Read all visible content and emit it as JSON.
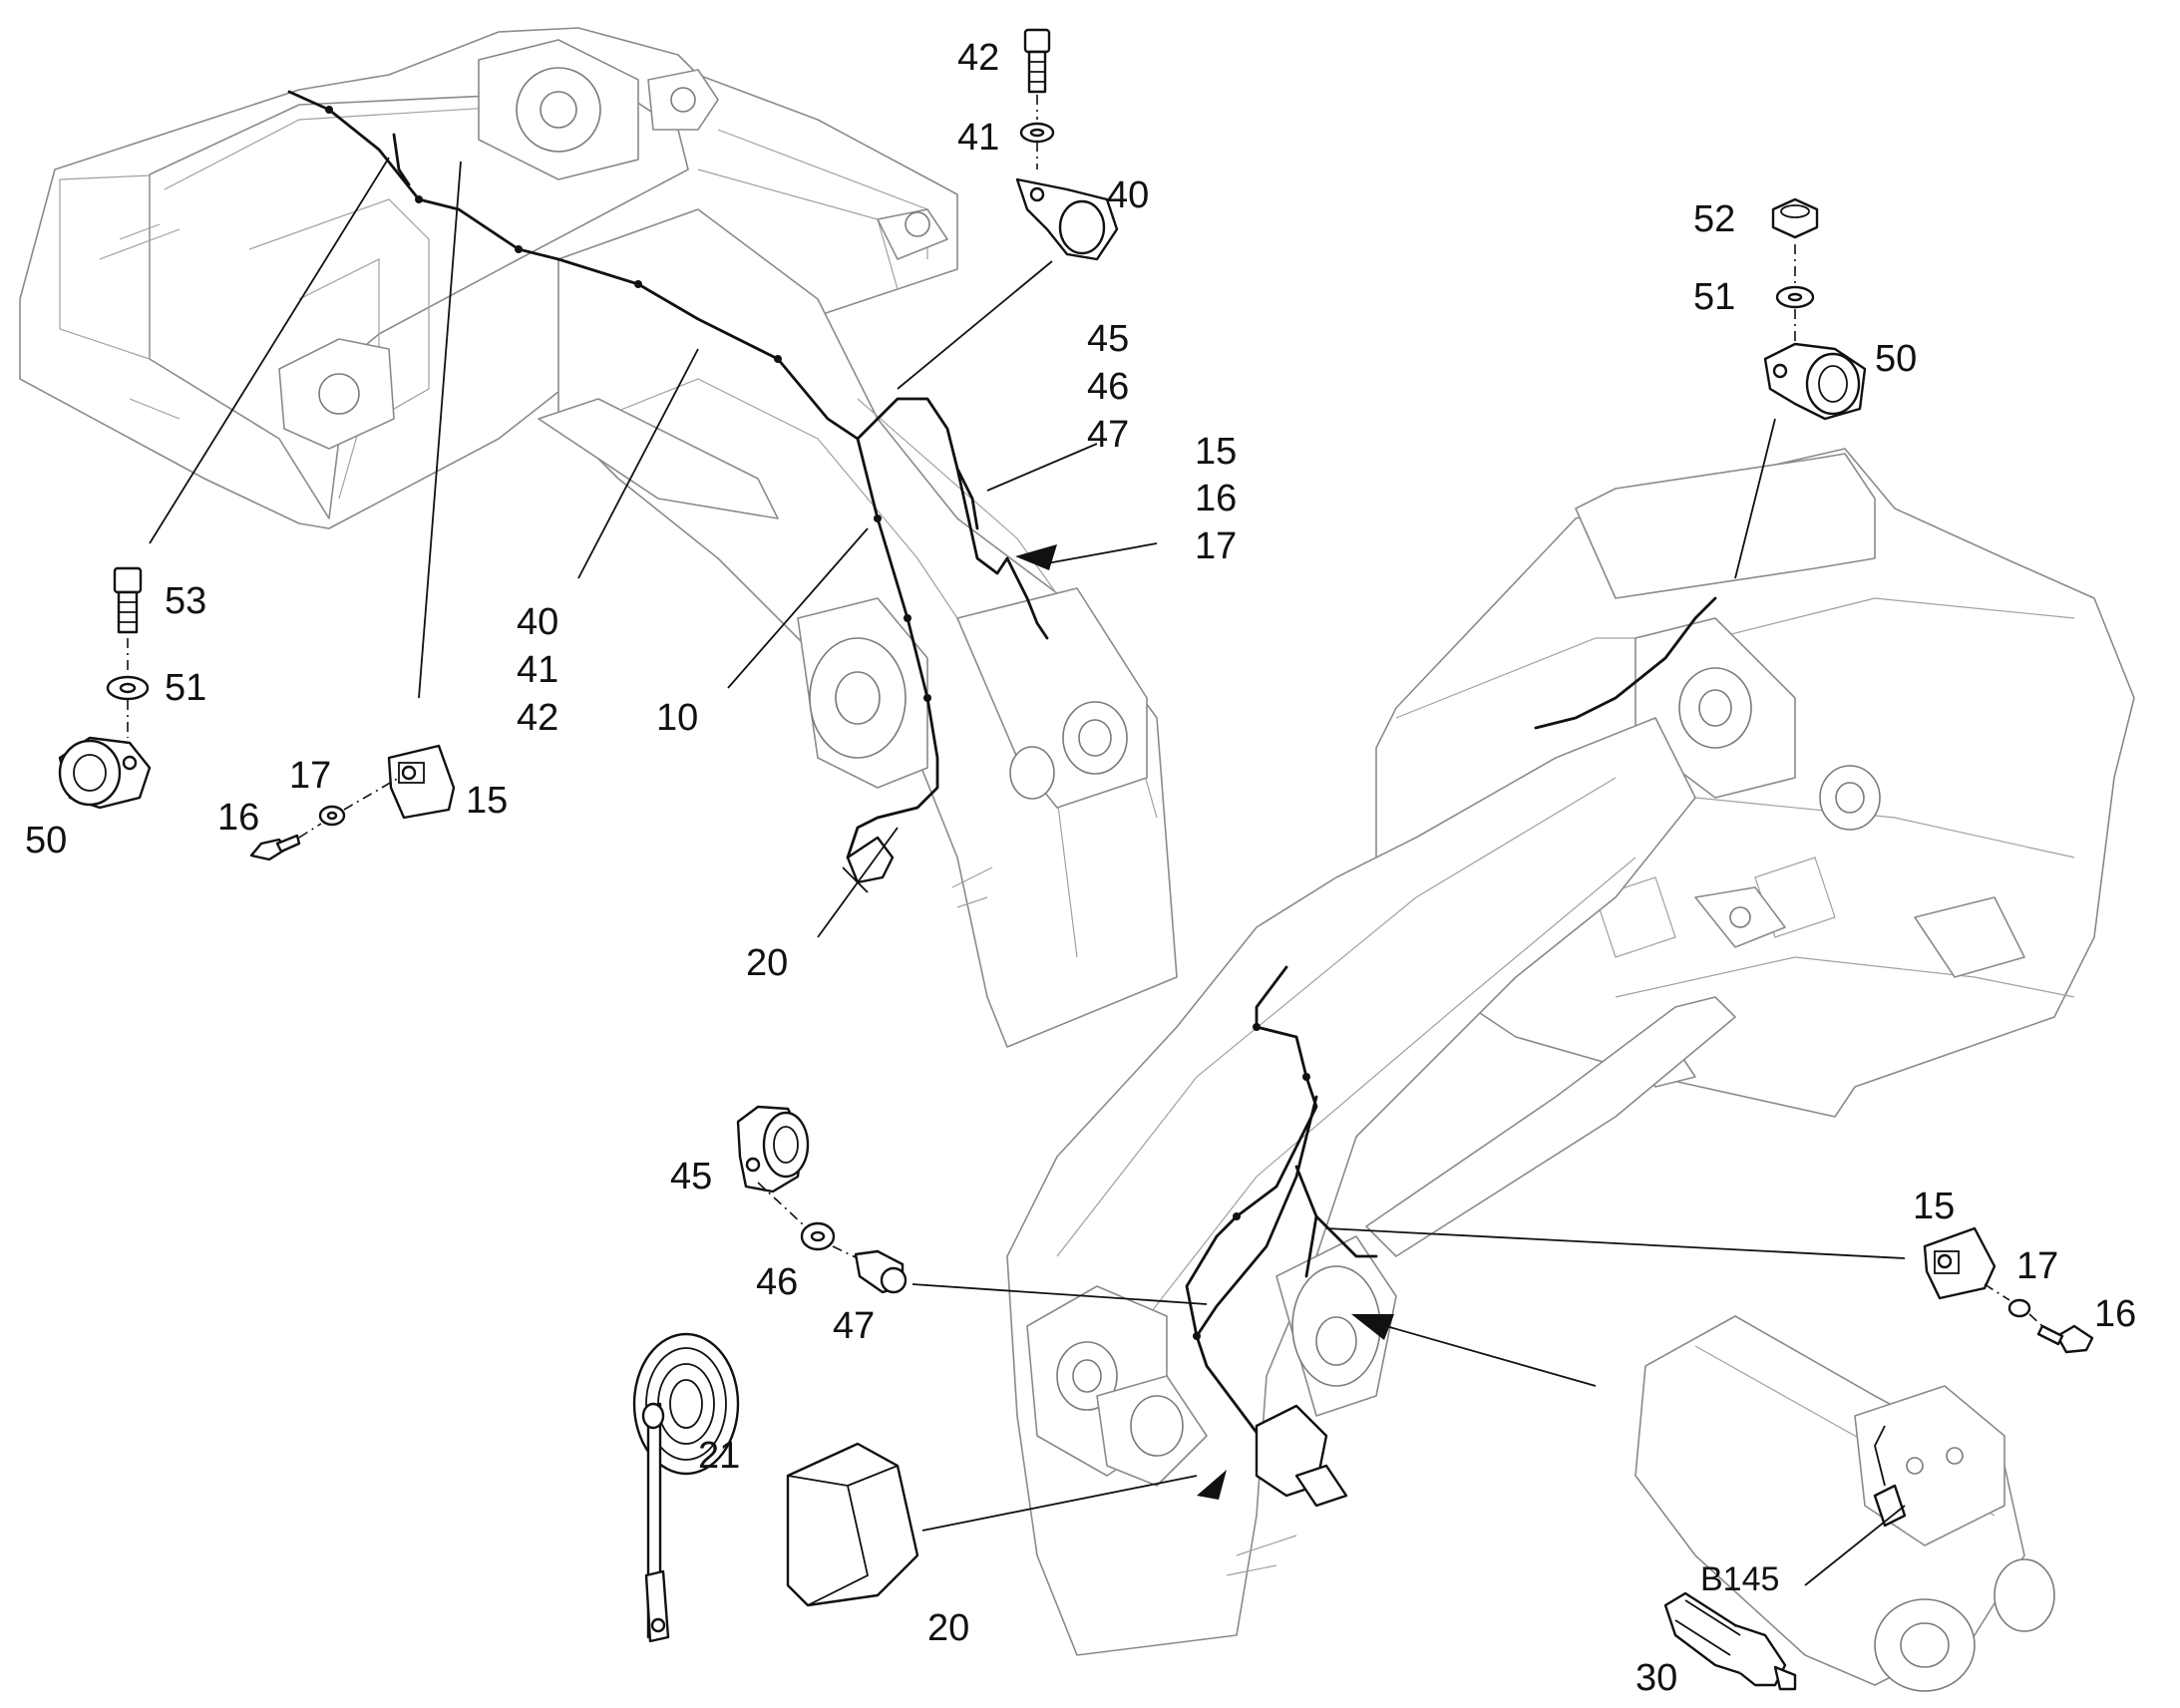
{
  "callouts": {
    "c42_top": "42",
    "c41_top": "41",
    "c40_top": "40",
    "c45_top": "45",
    "c46_top": "46",
    "c47_top": "47",
    "c15_top": "15",
    "c16_top": "16",
    "c17_top": "17",
    "c52": "52",
    "c51_right": "51",
    "c50_right": "50",
    "c53": "53",
    "c51_left": "51",
    "c50_left": "50",
    "c40_mid": "40",
    "c41_mid": "41",
    "c42_mid": "42",
    "c10": "10",
    "c17_left": "17",
    "c16_left": "16",
    "c15_left": "15",
    "c20_top": "20",
    "c45_low": "45",
    "c46_low": "46",
    "c47_low": "47",
    "c15_right": "15",
    "c17_right": "17",
    "c16_right": "16",
    "c21": "21",
    "c20_low": "20",
    "cB145": "B145",
    "c30": "30"
  }
}
